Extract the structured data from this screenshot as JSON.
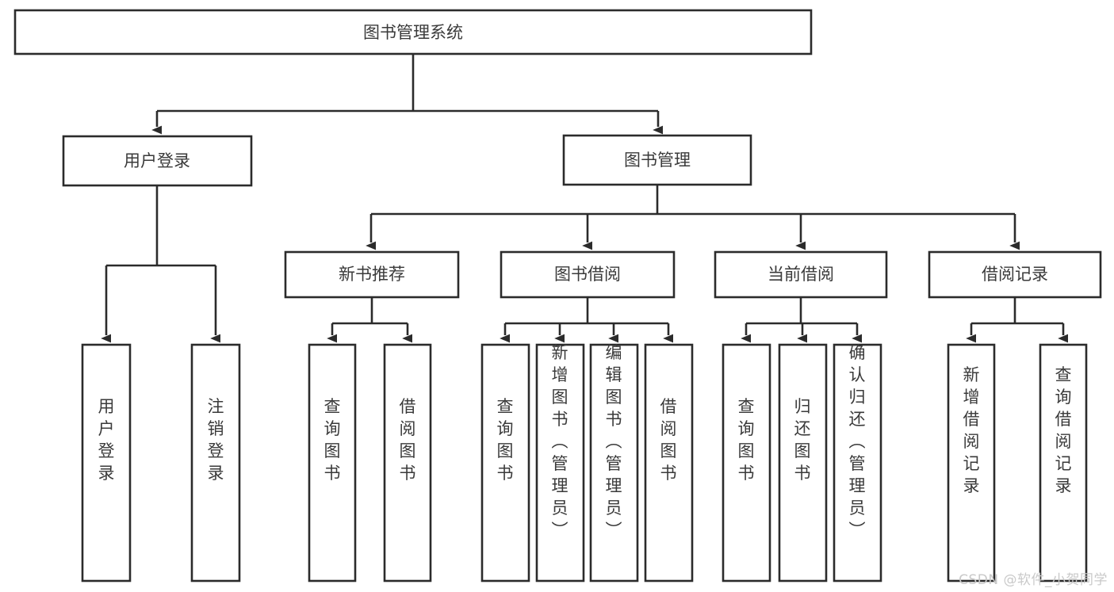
{
  "diagram": {
    "type": "tree",
    "title": "图书管理系统",
    "watermark": "CSDN @软件_小贺同学",
    "colors": {
      "stroke": "#2b2b2b",
      "box_fill": "#ffffff",
      "text": "#3a3a3a",
      "background": "#ffffff",
      "watermark": "#c9c9c9"
    },
    "nodes": {
      "root": "图书管理系统",
      "level1": [
        "用户登录",
        "图书管理"
      ],
      "level2": [
        "新书推荐",
        "图书借阅",
        "当前借阅",
        "借阅记录"
      ],
      "leaves": {
        "user_login": [
          "用户登录",
          "注销登录"
        ],
        "new_book_recommend": [
          "查询图书",
          "借阅图书"
        ],
        "book_borrow": [
          "查询图书",
          "新增图书（管理员）",
          "编辑图书（管理员）",
          "借阅图书"
        ],
        "current_borrow": [
          "查询图书",
          "归还图书",
          "确认归还（管理员）"
        ],
        "borrow_records": [
          "新增借阅记录",
          "查询借阅记录"
        ]
      }
    },
    "edges": [
      {
        "from": "图书管理系统",
        "to": "用户登录"
      },
      {
        "from": "图书管理系统",
        "to": "图书管理"
      },
      {
        "from": "用户登录",
        "to": "用户登录"
      },
      {
        "from": "用户登录",
        "to": "注销登录"
      },
      {
        "from": "图书管理",
        "to": "新书推荐"
      },
      {
        "from": "图书管理",
        "to": "图书借阅"
      },
      {
        "from": "图书管理",
        "to": "当前借阅"
      },
      {
        "from": "图书管理",
        "to": "借阅记录"
      },
      {
        "from": "新书推荐",
        "to": "查询图书"
      },
      {
        "from": "新书推荐",
        "to": "借阅图书"
      },
      {
        "from": "图书借阅",
        "to": "查询图书"
      },
      {
        "from": "图书借阅",
        "to": "新增图书（管理员）"
      },
      {
        "from": "图书借阅",
        "to": "编辑图书（管理员）"
      },
      {
        "from": "图书借阅",
        "to": "借阅图书"
      },
      {
        "from": "当前借阅",
        "to": "查询图书"
      },
      {
        "from": "当前借阅",
        "to": "归还图书"
      },
      {
        "from": "当前借阅",
        "to": "确认归还（管理员）"
      },
      {
        "from": "借阅记录",
        "to": "新增借阅记录"
      },
      {
        "from": "借阅记录",
        "to": "查询借阅记录"
      }
    ]
  }
}
